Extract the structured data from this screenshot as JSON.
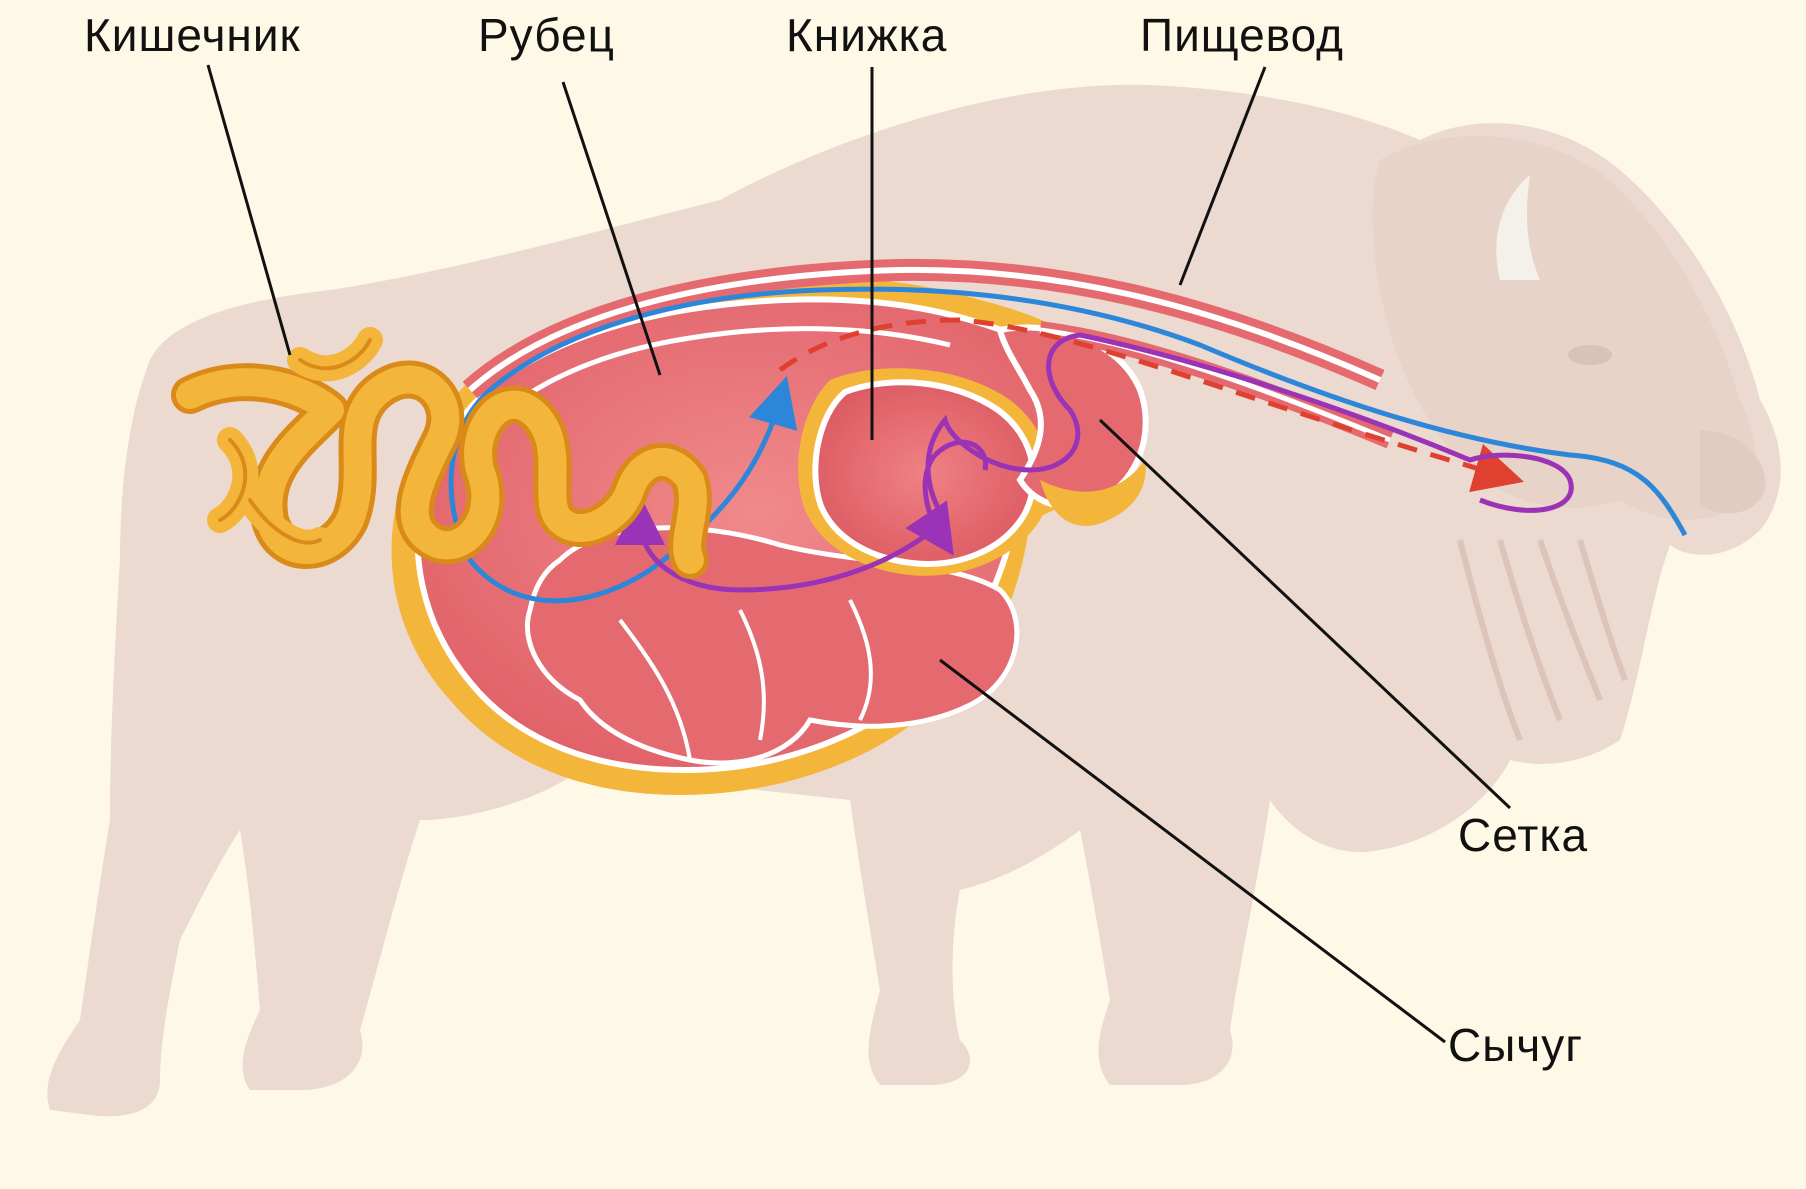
{
  "labels": {
    "intestine": "Кишечник",
    "rumen": "Рубец",
    "omasum": "Книжка",
    "esophagus": "Пищевод",
    "reticulum": "Сетка",
    "abomasum": "Сычуг"
  },
  "colors": {
    "background": "#fdf9e6",
    "animal_silhouette": "#ecd9cf",
    "stomach_fill": "#e9767c",
    "stomach_wall": "#ffffff",
    "fat_layer": "#f4b63a",
    "intestine": "#f2ad32",
    "food_path_blue": "#2c86d9",
    "cud_path_red": "#e04030",
    "digest_path_purple": "#9a33b5",
    "leader_line": "#111111"
  }
}
